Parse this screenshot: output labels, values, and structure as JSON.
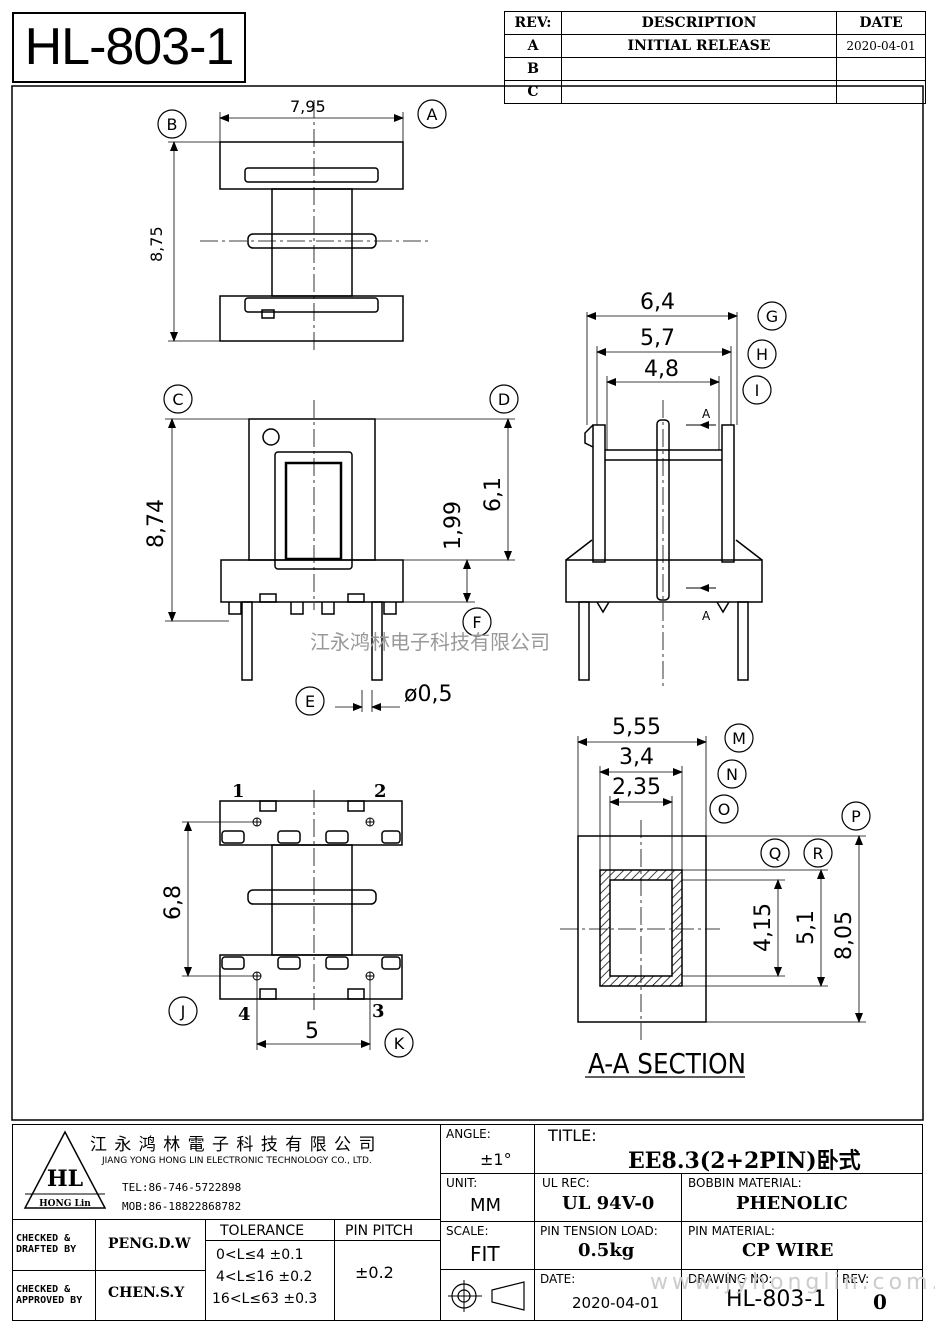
{
  "part_number": "HL-803-1",
  "revision_table": {
    "headers": {
      "rev": "REV:",
      "description": "DESCRIPTION",
      "date": "DATE"
    },
    "rows": [
      {
        "rev": "A",
        "description": "INITIAL  RELEASE",
        "date": "2020-04-01"
      },
      {
        "rev": "B",
        "description": "",
        "date": ""
      },
      {
        "rev": "C",
        "description": "",
        "date": ""
      }
    ]
  },
  "dimensions": {
    "top_width": "7,95",
    "top_height": "8,75",
    "front_height": "8,74",
    "front_window": "6,1",
    "front_base": "1,99",
    "pin_dia": "ø0,5",
    "side_w1": "6,4",
    "side_w2": "5,7",
    "side_w3": "4,8",
    "bottom_h": "6,8",
    "bottom_w": "5",
    "sec_w1": "5,55",
    "sec_w2": "3,4",
    "sec_w3": "2,35",
    "sec_h1": "4,15",
    "sec_h2": "5,1",
    "sec_h3": "8,05"
  },
  "callouts": [
    "A",
    "B",
    "C",
    "D",
    "E",
    "F",
    "G",
    "H",
    "I",
    "J",
    "K",
    "M",
    "N",
    "O",
    "P",
    "Q",
    "R"
  ],
  "pin_numbers": [
    "1",
    "2",
    "3",
    "4"
  ],
  "section_label": "A-A SECTION",
  "section_marks": [
    "A",
    "A"
  ],
  "watermark": "江永鸿林电子科技有限公司",
  "title_block": {
    "company_cn": "江 永 鸿 林 電 子 科 技 有 限 公 司",
    "company_en": "JIANG YONG HONG LIN ELECTRONIC TECHNOLOGY CO., LTD.",
    "logo_text": "HL",
    "logo_sub": "HONG Lin",
    "tel": "TEL:86-746-5722898",
    "mob": "MOB:86-18822868782",
    "angle_label": "ANGLE:",
    "angle_value": "±1°",
    "title_label": "TITLE:",
    "title_value": "EE8.3(2+2PIN)卧式",
    "unit_label": "UNIT:",
    "unit_value": "MM",
    "ul_label": "UL REC:",
    "ul_value": "UL 94V-0",
    "bobbin_label": "BOBBIN MATERIAL:",
    "bobbin_value": "PHENOLIC",
    "checked_drafted_label": "CHECKED & DRAFTED BY",
    "checked_drafted_value": "PENG.D.W",
    "tolerance_label": "TOLERANCE",
    "tolerance_rows": [
      "0<L≤4  ±0.1",
      "4<L≤16 ±0.2",
      "16<L≤63 ±0.3"
    ],
    "pin_pitch_label": "PIN PITCH",
    "pin_pitch_value": "±0.2",
    "scale_label": "SCALE:",
    "scale_value": "FIT",
    "pin_tension_label": "PIN TENSION LOAD:",
    "pin_tension_value": "0.5kg",
    "pin_material_label": "PIN MATERIAL:",
    "pin_material_value": "CP WIRE",
    "checked_approved_label": "CHECKED & APPROVED BY",
    "checked_approved_value": "CHEN.S.Y",
    "date_label": "DATE:",
    "date_value": "2020-04-01",
    "drawing_no_label": "DRAWING NO:",
    "drawing_no_value": "HL-803-1",
    "rev_label": "REV:",
    "rev_value": "0",
    "watermark_url": "www.jyhonglin.com.cn"
  }
}
